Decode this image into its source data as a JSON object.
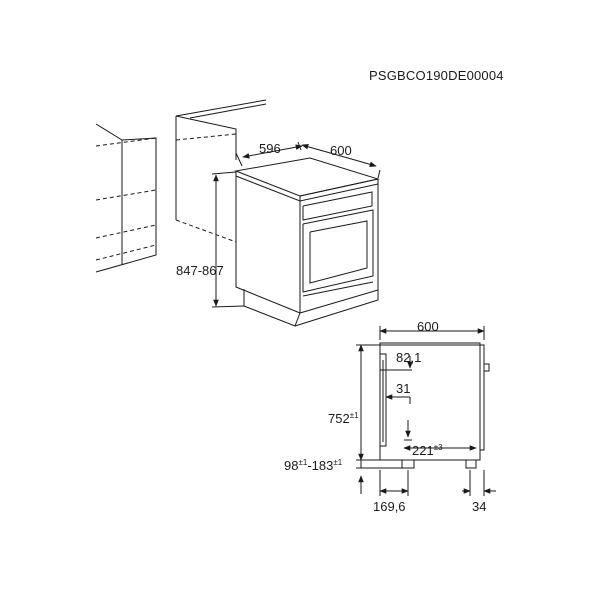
{
  "diagram": {
    "code": "PSGBCO190DE00004",
    "perspective_dims": {
      "depth": "596",
      "width": "600",
      "height": "847-867"
    },
    "side_view_dims": {
      "top_width": "600",
      "d82": "82,1",
      "d31": "31",
      "h752": "752",
      "h752_tol": "±1",
      "d221": "221",
      "d221_tol": "±3",
      "feet_a": "98",
      "feet_a_tol": "±1",
      "feet_sep": "-",
      "feet_b": "183",
      "feet_b_tol": "±1",
      "bottom_left": "169,6",
      "bottom_right": "34"
    }
  }
}
